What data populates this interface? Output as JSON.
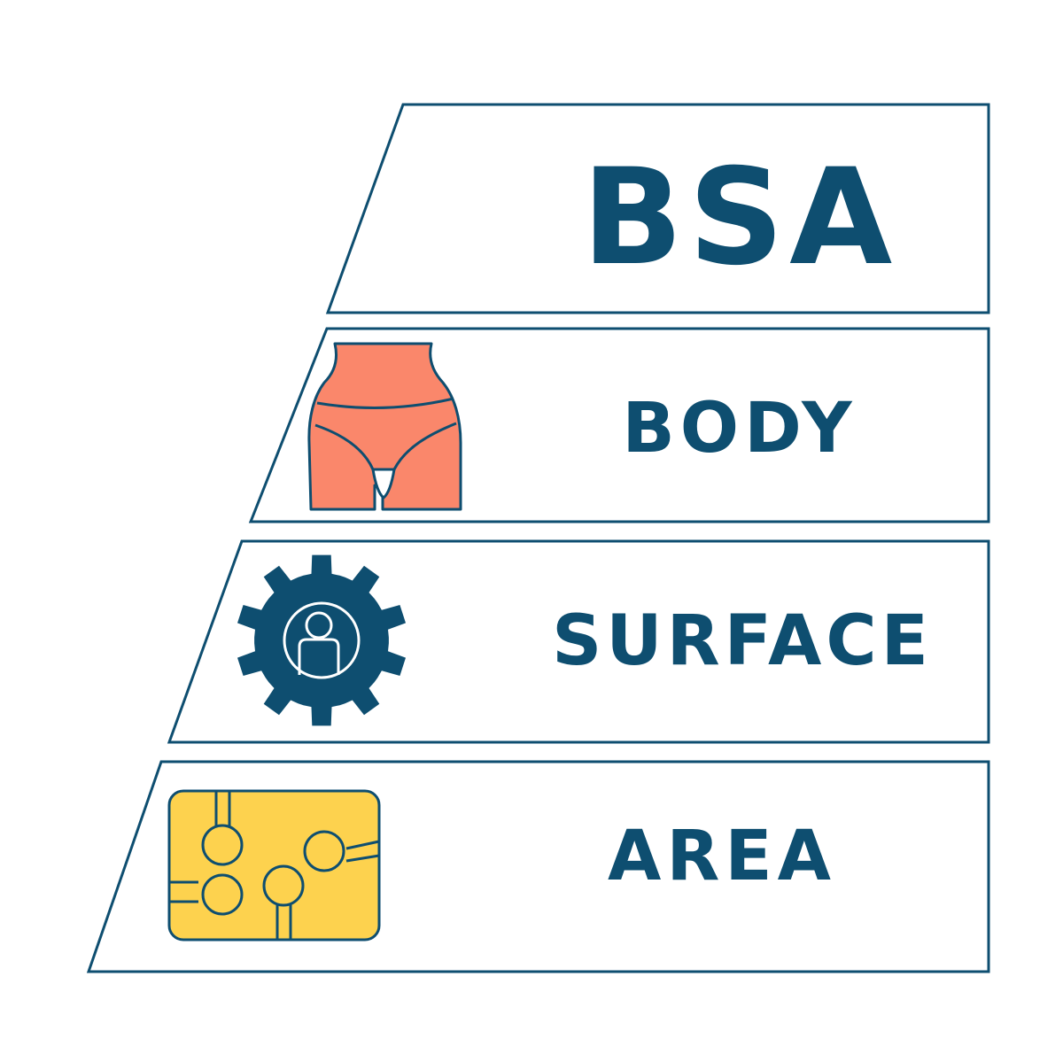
{
  "title": "BSA",
  "rows": [
    {
      "label": "BODY",
      "icon": "body-waist-icon"
    },
    {
      "label": "SURFACE",
      "icon": "gear-person-icon"
    },
    {
      "label": "AREA",
      "icon": "chip-circuit-icon"
    }
  ],
  "colors": {
    "stroke": "#0e4e70",
    "text": "#0e4e70",
    "body_fill": "#fa876b",
    "chip_fill": "#fdd24e",
    "gear_fill": "#0e4e70",
    "background": "#ffffff"
  }
}
